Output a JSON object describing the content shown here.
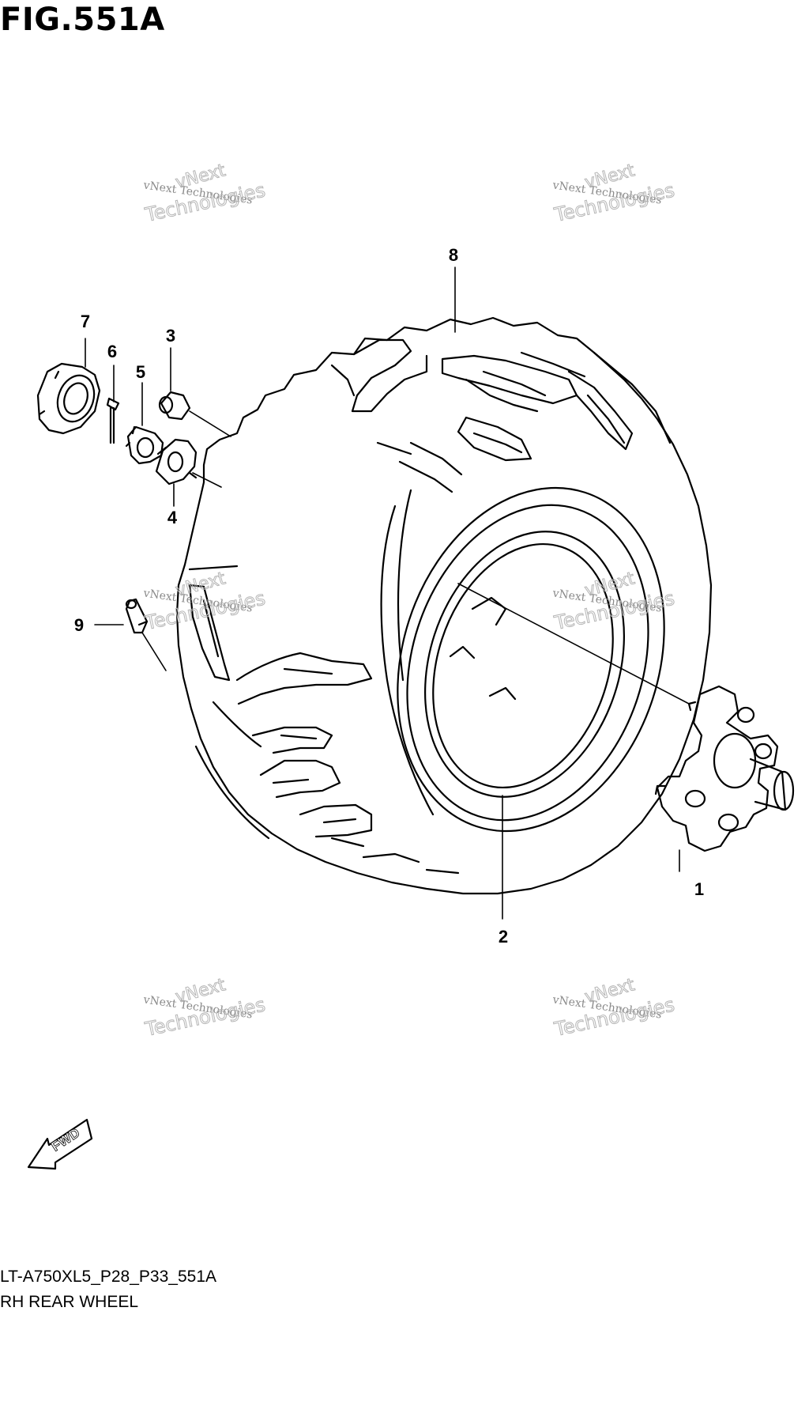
{
  "figure": {
    "title": "FIG.551A",
    "code": "LT-A750XL5_P28_P33_551A",
    "name": "RH REAR WHEEL"
  },
  "callouts": [
    {
      "id": "1",
      "label": "1"
    },
    {
      "id": "2",
      "label": "2"
    },
    {
      "id": "3",
      "label": "3"
    },
    {
      "id": "4",
      "label": "4"
    },
    {
      "id": "5",
      "label": "5"
    },
    {
      "id": "6",
      "label": "6"
    },
    {
      "id": "7",
      "label": "7"
    },
    {
      "id": "8",
      "label": "8"
    },
    {
      "id": "9",
      "label": "9"
    }
  ],
  "fwd_label": "FWD",
  "watermark": {
    "line1": "vNext Technologies",
    "line2": "vNext",
    "line3": "Technologies"
  },
  "colors": {
    "ink": "#000000",
    "watermark": "#8a8a8a"
  }
}
